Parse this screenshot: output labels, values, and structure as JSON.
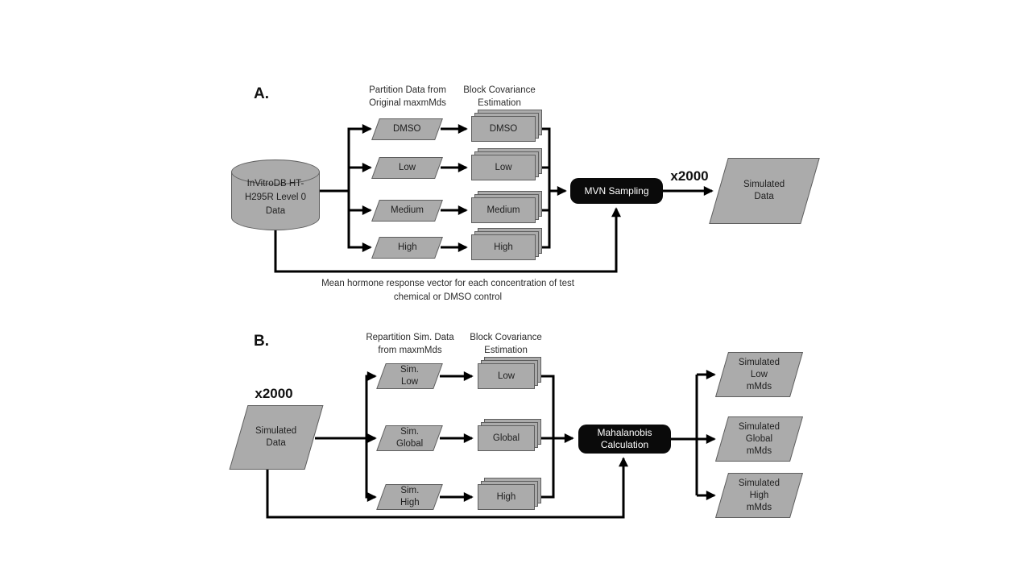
{
  "figure": {
    "panel_a": {
      "label": "A.",
      "column_headers": {
        "partition": [
          "Partition Data from",
          "Original maxmMds"
        ],
        "covariance": [
          "Block Covariance",
          "Estimation"
        ]
      },
      "database": [
        "InVitroDB HT-",
        "H295R Level 0",
        "Data"
      ],
      "partitions": [
        "DMSO",
        "Low",
        "Medium",
        "High"
      ],
      "stacks": [
        "DMSO",
        "Low",
        "Medium",
        "High"
      ],
      "process": "MVN Sampling",
      "multiplier": "x2000",
      "output": [
        "Simulated",
        "Data"
      ],
      "caption": [
        "Mean hormone response vector for each concentration of test",
        "chemical or DMSO control"
      ]
    },
    "panel_b": {
      "label": "B.",
      "multiplier": "x2000",
      "column_headers": {
        "partition": [
          "Repartition Sim. Data",
          "from maxmMds"
        ],
        "covariance": [
          "Block Covariance",
          "Estimation"
        ]
      },
      "input": [
        "Simulated",
        "Data"
      ],
      "partitions": [
        [
          "Sim.",
          "Low"
        ],
        [
          "Sim.",
          "Global"
        ],
        [
          "Sim.",
          "High"
        ]
      ],
      "stacks": [
        "Low",
        "Global",
        "High"
      ],
      "process": [
        "Mahalanobis",
        "Calculation"
      ],
      "outputs": [
        [
          "Simulated",
          "Low",
          "mMds"
        ],
        [
          "Simulated",
          "Global",
          "mMds"
        ],
        [
          "Simulated",
          "High",
          "mMds"
        ]
      ]
    },
    "colors": {
      "shape_fill": "#ababab",
      "shape_border": "#5e5e5e",
      "process_fill": "#0a0a0a",
      "process_text": "#ffffff",
      "connector": "#000000"
    }
  }
}
